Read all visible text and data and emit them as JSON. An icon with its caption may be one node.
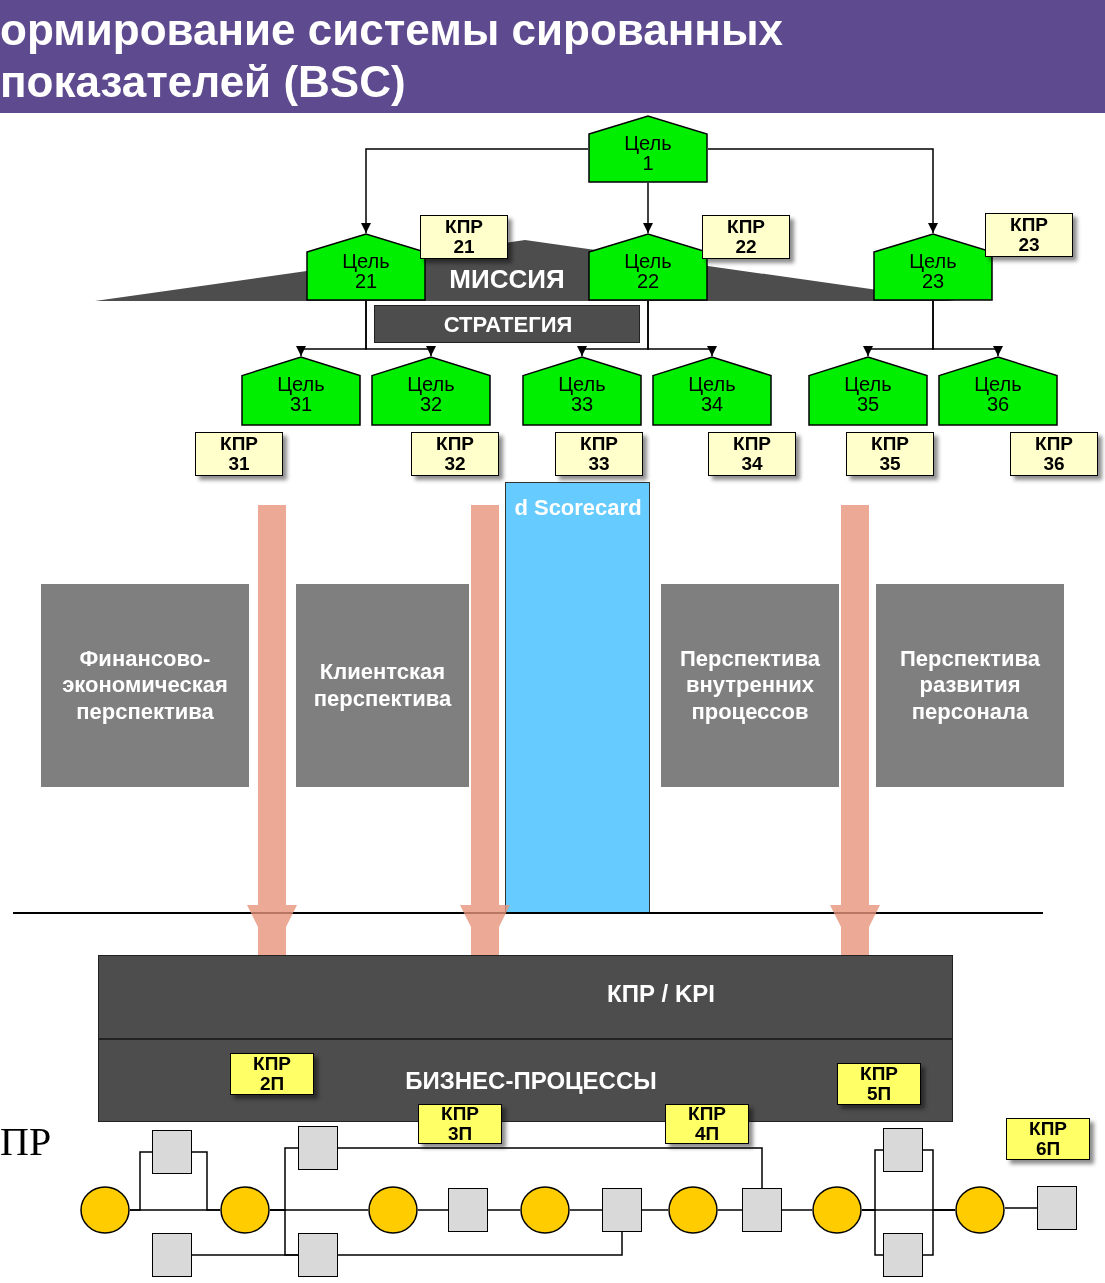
{
  "diagram": {
    "title": "ормирование системы сированных показателей (BSC)",
    "nodes": [
      {
        "text": [
          "Цель 1"
        ]
      },
      {
        "text": [
          "МИССИЯ"
        ]
      },
      {
        "text": [
          "СТРАТЕГИЯ"
        ]
      },
      {
        "text": [
          "Цель 21"
        ]
      },
      {
        "text": [
          "КПР 21"
        ]
      },
      {
        "text": [
          "Цель 22"
        ]
      },
      {
        "text": [
          "КПР 22"
        ]
      },
      {
        "text": [
          "Цель 23"
        ]
      },
      {
        "text": [
          "КПР 23"
        ]
      },
      {
        "text": [
          "Цель 31"
        ]
      },
      {
        "text": [
          "КПР 31"
        ]
      },
      {
        "text": [
          "Цель 32"
        ]
      },
      {
        "text": [
          "КПР 32"
        ]
      },
      {
        "text": [
          "Цель 33"
        ]
      },
      {
        "text": [
          "КПР 33"
        ]
      },
      {
        "text": [
          "Цель 34"
        ]
      },
      {
        "text": [
          "КПР 34"
        ]
      },
      {
        "text": [
          "Цель 35"
        ]
      },
      {
        "text": [
          "КПР 35"
        ]
      },
      {
        "text": [
          "Цель 36"
        ]
      },
      {
        "text": [
          "КПР 36"
        ]
      },
      {
        "text": [
          "d Scorecard"
        ]
      },
      {
        "text": [
          "Финансово-экономическая перспектива"
        ]
      },
      {
        "text": [
          "Клиентская перспектива"
        ]
      },
      {
        "text": [
          "Перспектива внутренних процессов"
        ]
      },
      {
        "text": [
          "Перспектива развития персонала"
        ]
      },
      {
        "text": [
          "КПР / KPI"
        ]
      },
      {
        "text": [
          "БИЗНЕС-ПРОЦЕССЫ"
        ]
      },
      {
        "text": [
          "КПР 2П"
        ],
        "in": 27
      },
      {
        "text": [
          "КПР 3П"
        ]
      },
      {
        "text": [
          "КПР 4П"
        ]
      },
      {
        "text": [
          "КПР 5П"
        ],
        "in": 27
      },
      {
        "text": [
          "КПР 6П"
        ]
      },
      {
        "text": [],
        "shape": "circle"
      },
      {
        "text": [],
        "shape": "box"
      },
      {
        "text": [],
        "shape": "box"
      },
      {
        "text": [],
        "shape": "circle"
      },
      {
        "text": [],
        "shape": "box"
      },
      {
        "text": [],
        "shape": "box"
      },
      {
        "text": [],
        "shape": "circle"
      },
      {
        "text": [],
        "shape": "box"
      },
      {
        "text": [],
        "shape": "circle"
      },
      {
        "text": [],
        "shape": "box"
      },
      {
        "text": [],
        "shape": "circle"
      },
      {
        "text": [],
        "shape": "box"
      },
      {
        "text": [],
        "shape": "circle"
      },
      {
        "text": [],
        "shape": "box"
      },
      {
        "text": [],
        "shape": "box"
      },
      {
        "text": [],
        "shape": "circle"
      },
      {
        "text": [],
        "shape": "box"
      }
    ],
    "edges": [
      {
        "from": 0,
        "to": 3,
        "arrow": "to"
      },
      {
        "from": 0,
        "to": 5,
        "arrow": "to"
      },
      {
        "from": 0,
        "to": 7,
        "arrow": "to"
      },
      {
        "from": 3,
        "to": 9,
        "arrow": "to"
      },
      {
        "from": 3,
        "to": 11,
        "arrow": "to"
      },
      {
        "from": 5,
        "to": 13,
        "arrow": "to"
      },
      {
        "from": 5,
        "to": 15,
        "arrow": "to"
      },
      {
        "from": 7,
        "to": 17,
        "arrow": "to"
      },
      {
        "from": 7,
        "to": 19,
        "arrow": "to"
      },
      {
        "from": null,
        "to": 26,
        "arrow": "to",
        "style": "thick",
        "color": "#e8957c"
      },
      {
        "from": null,
        "to": 26,
        "arrow": "to",
        "style": "thick",
        "color": "#e8957c"
      },
      {
        "from": null,
        "to": 26,
        "arrow": "to",
        "style": "thick",
        "color": "#e8957c"
      },
      {
        "from": 33,
        "to": 36,
        "arrow": "none"
      },
      {
        "from": 33,
        "to": 34,
        "arrow": "none"
      },
      {
        "from": 34,
        "to": 36,
        "arrow": "none"
      },
      {
        "from": 35,
        "to": 38,
        "arrow": "none"
      },
      {
        "from": 36,
        "to": 39,
        "arrow": "none"
      },
      {
        "from": 36,
        "to": 37,
        "arrow": "none"
      },
      {
        "from": 36,
        "to": 38,
        "arrow": "none"
      },
      {
        "from": 39,
        "to": 40,
        "arrow": "none"
      },
      {
        "from": 40,
        "to": 41,
        "arrow": "none"
      },
      {
        "from": 41,
        "to": 42,
        "arrow": "none"
      },
      {
        "from": 42,
        "to": 43,
        "arrow": "none"
      },
      {
        "from": 43,
        "to": 44,
        "arrow": "none"
      },
      {
        "from": 44,
        "to": 45,
        "arrow": "none"
      },
      {
        "from": 37,
        "to": 44,
        "arrow": "none"
      },
      {
        "from": 38,
        "to": 42,
        "arrow": "none"
      },
      {
        "from": 45,
        "to": 48,
        "arrow": "none"
      },
      {
        "from": 45,
        "to": 46,
        "arrow": "none"
      },
      {
        "from": 45,
        "to": 47,
        "arrow": "none"
      },
      {
        "from": 46,
        "to": 48,
        "arrow": "none"
      },
      {
        "from": 47,
        "to": 48,
        "arrow": "none"
      },
      {
        "from": 48,
        "to": 49,
        "arrow": "none"
      }
    ],
    "labels": [
      "ПР"
    ]
  }
}
